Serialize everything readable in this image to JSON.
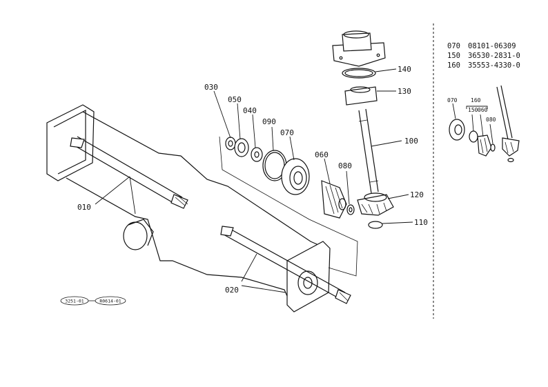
{
  "parts": [
    {
      "id": "p010",
      "label": "010"
    },
    {
      "id": "p020",
      "label": "020"
    },
    {
      "id": "p030",
      "label": "030"
    },
    {
      "id": "p040",
      "label": "040"
    },
    {
      "id": "p050",
      "label": "050"
    },
    {
      "id": "p060",
      "label": "060"
    },
    {
      "id": "p070",
      "label": "070"
    },
    {
      "id": "p080",
      "label": "080"
    },
    {
      "id": "p090",
      "label": "090"
    },
    {
      "id": "p100",
      "label": "100"
    },
    {
      "id": "p110",
      "label": "110"
    },
    {
      "id": "p120",
      "label": "120"
    },
    {
      "id": "p130",
      "label": "130"
    },
    {
      "id": "p140",
      "label": "140"
    }
  ],
  "legend": [
    {
      "code": "070",
      "part_number": "08101-06309"
    },
    {
      "code": "150",
      "part_number": "36530-2831-0"
    },
    {
      "code": "160",
      "part_number": "35553-4330-0"
    }
  ],
  "inset_callouts": [
    "070",
    "160",
    "150",
    "060",
    "080"
  ],
  "reference_tags": [
    "3251-01",
    "R0614-01"
  ],
  "colors": {
    "ink": "#111111",
    "paper": "#ffffff"
  }
}
